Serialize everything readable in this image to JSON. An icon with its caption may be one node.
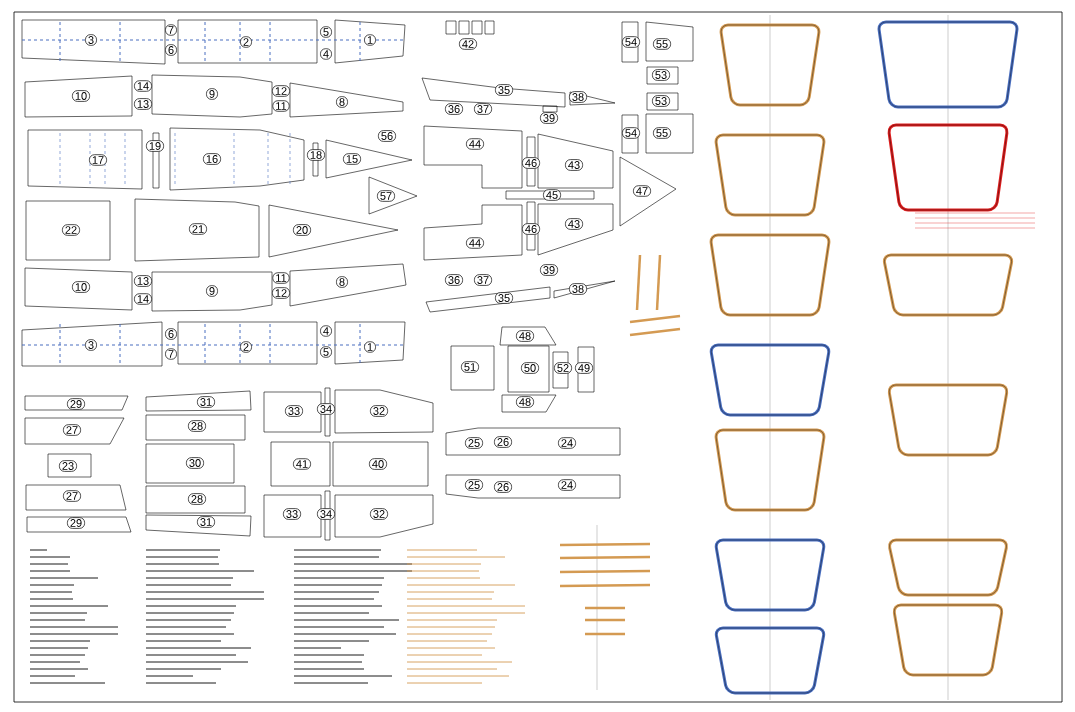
{
  "diagram": {
    "nodes": [
      {
        "text": [
          "3"
        ]
      },
      {
        "text": [
          "7"
        ]
      },
      {
        "text": [
          "6"
        ]
      },
      {
        "text": [
          "2"
        ]
      },
      {
        "text": [
          "5"
        ]
      },
      {
        "text": [
          "4"
        ]
      },
      {
        "text": [
          "1"
        ]
      },
      {
        "text": [
          "42"
        ]
      },
      {
        "text": [
          "54"
        ]
      },
      {
        "text": [
          "55"
        ]
      },
      {
        "text": [
          "10"
        ]
      },
      {
        "text": [
          "14"
        ]
      },
      {
        "text": [
          "13"
        ]
      },
      {
        "text": [
          "9"
        ]
      },
      {
        "text": [
          "12"
        ]
      },
      {
        "text": [
          "11"
        ]
      },
      {
        "text": [
          "8"
        ]
      },
      {
        "text": [
          "53"
        ]
      },
      {
        "text": [
          "35"
        ]
      },
      {
        "text": [
          "38"
        ]
      },
      {
        "text": [
          "36"
        ]
      },
      {
        "text": [
          "37"
        ]
      },
      {
        "text": [
          "39"
        ]
      },
      {
        "text": [
          "53"
        ]
      },
      {
        "text": [
          "56"
        ]
      },
      {
        "text": [
          "17"
        ]
      },
      {
        "text": [
          "19"
        ]
      },
      {
        "text": [
          "16"
        ]
      },
      {
        "text": [
          "18"
        ]
      },
      {
        "text": [
          "15"
        ]
      },
      {
        "text": [
          "44"
        ]
      },
      {
        "text": [
          "54"
        ]
      },
      {
        "text": [
          "55"
        ]
      },
      {
        "text": [
          "46"
        ]
      },
      {
        "text": [
          "43"
        ]
      },
      {
        "text": [
          "47"
        ]
      },
      {
        "text": [
          "57"
        ]
      },
      {
        "text": [
          "45"
        ]
      },
      {
        "text": [
          "22"
        ]
      },
      {
        "text": [
          "21"
        ]
      },
      {
        "text": [
          "20"
        ]
      },
      {
        "text": [
          "46"
        ]
      },
      {
        "text": [
          "43"
        ]
      },
      {
        "text": [
          "44"
        ]
      },
      {
        "text": [
          "10"
        ]
      },
      {
        "text": [
          "13"
        ]
      },
      {
        "text": [
          "14"
        ]
      },
      {
        "text": [
          "9"
        ]
      },
      {
        "text": [
          "11"
        ]
      },
      {
        "text": [
          "12"
        ]
      },
      {
        "text": [
          "8"
        ]
      },
      {
        "text": [
          "39"
        ]
      },
      {
        "text": [
          "36"
        ]
      },
      {
        "text": [
          "37"
        ]
      },
      {
        "text": [
          "38"
        ]
      },
      {
        "text": [
          "35"
        ]
      },
      {
        "text": [
          "3"
        ]
      },
      {
        "text": [
          "6"
        ]
      },
      {
        "text": [
          "7"
        ]
      },
      {
        "text": [
          "2"
        ]
      },
      {
        "text": [
          "4"
        ]
      },
      {
        "text": [
          "5"
        ]
      },
      {
        "text": [
          "1"
        ]
      },
      {
        "text": [
          "48"
        ]
      },
      {
        "text": [
          "51"
        ]
      },
      {
        "text": [
          "50"
        ]
      },
      {
        "text": [
          "52"
        ]
      },
      {
        "text": [
          "49"
        ]
      },
      {
        "text": [
          "48"
        ]
      },
      {
        "text": [
          "29"
        ]
      },
      {
        "text": [
          "31"
        ]
      },
      {
        "text": [
          "33"
        ]
      },
      {
        "text": [
          "34"
        ]
      },
      {
        "text": [
          "32"
        ]
      },
      {
        "text": [
          "27"
        ]
      },
      {
        "text": [
          "28"
        ]
      },
      {
        "text": [
          "25"
        ]
      },
      {
        "text": [
          "26"
        ]
      },
      {
        "text": [
          "24"
        ]
      },
      {
        "text": [
          "30"
        ]
      },
      {
        "text": [
          "41"
        ]
      },
      {
        "text": [
          "40"
        ]
      },
      {
        "text": [
          "23"
        ]
      },
      {
        "text": [
          "25"
        ]
      },
      {
        "text": [
          "26"
        ]
      },
      {
        "text": [
          "24"
        ]
      },
      {
        "text": [
          "27"
        ]
      },
      {
        "text": [
          "28"
        ]
      },
      {
        "text": [
          "29"
        ]
      },
      {
        "text": [
          "31"
        ]
      },
      {
        "text": [
          "33"
        ]
      },
      {
        "text": [
          "34"
        ]
      },
      {
        "text": [
          "32"
        ]
      }
    ]
  }
}
